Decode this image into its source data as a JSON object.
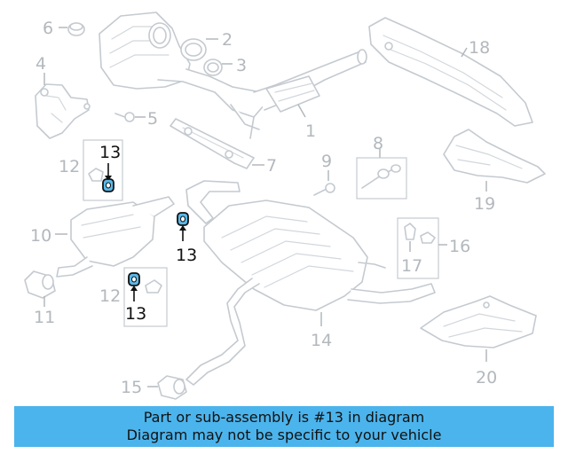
{
  "callouts": {
    "c1": "1",
    "c2": "2",
    "c3": "3",
    "c4": "4",
    "c5": "5",
    "c6": "6",
    "c7": "7",
    "c8": "8",
    "c9": "9",
    "c10": "10",
    "c11": "11",
    "c12a": "12",
    "c12b": "12",
    "c13a": "13",
    "c13b": "13",
    "c13c": "13",
    "c14": "14",
    "c15": "15",
    "c16": "16",
    "c17": "17",
    "c18": "18",
    "c19": "19",
    "c20": "20"
  },
  "banner": {
    "line1": "Part or sub-assembly is #13 in diagram",
    "line2": "Diagram may not be specific to your vehicle"
  },
  "colors": {
    "highlight_part": "#5ab8e8",
    "banner_background": "#4cb4ec",
    "diagram_lines": "#c4cad0",
    "callout_numbers": "#b3b8bd"
  }
}
